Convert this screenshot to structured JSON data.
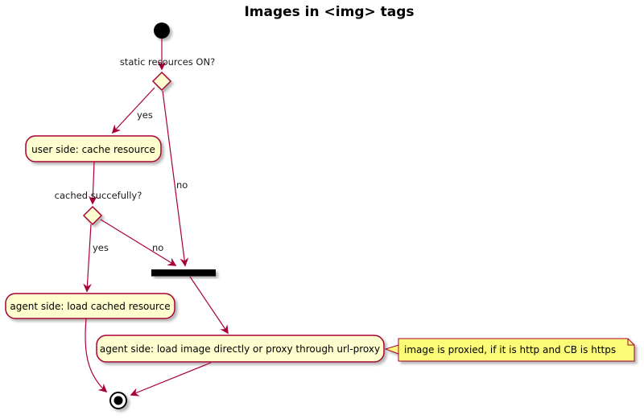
{
  "title": "Images in <img> tags",
  "colors": {
    "activity_border": "#A80036",
    "activity_fill": "#FEFECE",
    "note_fill": "#FBFB77",
    "edge_line": "#A80036",
    "text": "#000000",
    "sync_bar": "#000000"
  },
  "decisions": [
    {
      "question": "static resources ON?",
      "yes_label": "yes",
      "no_label": "no"
    },
    {
      "question": "cached succefully?",
      "yes_label": "yes",
      "no_label": "no"
    }
  ],
  "activities": [
    {
      "label": "user side: cache resource"
    },
    {
      "label": "agent side: load cached resource"
    },
    {
      "label": "agent side: load image directly or proxy through url-proxy"
    }
  ],
  "note": {
    "text": "image is proxied, if it is http and CB is https"
  }
}
